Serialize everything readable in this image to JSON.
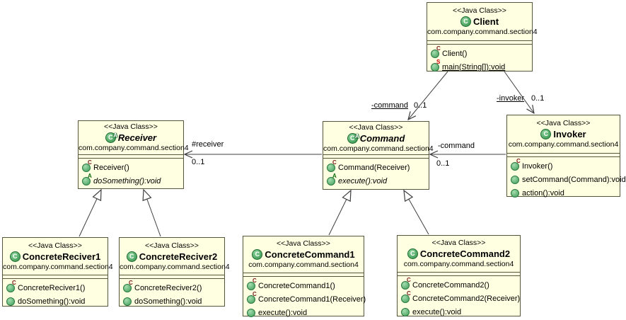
{
  "diagram": {
    "classes": [
      {
        "name": "Client",
        "stereotype": "&lt;&lt;Java Class&gt;&gt;",
        "stereotype_text": "<<Java Class>>",
        "package": "com.company.command.section4",
        "abstract": false,
        "methods": [
          {
            "label": "Client()",
            "marker": "C"
          },
          {
            "label": "main(String[]):void",
            "marker": "S"
          }
        ]
      },
      {
        "name": "Receiver",
        "stereotype_text": "<<Java Class>>",
        "package": "com.company.command.section4",
        "abstract": true,
        "methods": [
          {
            "label": "Receiver()",
            "marker": "C"
          },
          {
            "label": "doSomething():void",
            "marker": "A"
          }
        ]
      },
      {
        "name": "Command",
        "stereotype_text": "<<Java Class>>",
        "package": "com.company.command.section4",
        "abstract": true,
        "methods": [
          {
            "label": "Command(Receiver)",
            "marker": "C"
          },
          {
            "label": "execute():void",
            "marker": "A"
          }
        ]
      },
      {
        "name": "Invoker",
        "stereotype_text": "<<Java Class>>",
        "package": "com.company.command.section4",
        "abstract": false,
        "methods": [
          {
            "label": "Invoker()",
            "marker": "C"
          },
          {
            "label": "setCommand(Command):void",
            "marker": ""
          },
          {
            "label": "action():void",
            "marker": ""
          }
        ]
      },
      {
        "name": "ConcreteReciver1",
        "stereotype_text": "<<Java Class>>",
        "package": "com.company.command.section4",
        "abstract": false,
        "methods": [
          {
            "label": "ConcreteReciver1()",
            "marker": "C"
          },
          {
            "label": "doSomething():void",
            "marker": ""
          }
        ]
      },
      {
        "name": "ConcreteReciver2",
        "stereotype_text": "<<Java Class>>",
        "package": "com.company.command.section4",
        "abstract": false,
        "methods": [
          {
            "label": "ConcreteReciver2()",
            "marker": "C"
          },
          {
            "label": "doSomething():void",
            "marker": ""
          }
        ]
      },
      {
        "name": "ConcreteCommand1",
        "stereotype_text": "<<Java Class>>",
        "package": "com.company.command.section4",
        "abstract": false,
        "methods": [
          {
            "label": "ConcreteCommand1()",
            "marker": "C"
          },
          {
            "label": "ConcreteCommand1(Receiver)",
            "marker": "C"
          },
          {
            "label": "execute():void",
            "marker": ""
          }
        ]
      },
      {
        "name": "ConcreteCommand2",
        "stereotype_text": "<<Java Class>>",
        "package": "com.company.command.section4",
        "abstract": false,
        "methods": [
          {
            "label": "ConcreteCommand2()",
            "marker": "C"
          },
          {
            "label": "ConcreteCommand2(Receiver)",
            "marker": "C"
          },
          {
            "label": "execute():void",
            "marker": ""
          }
        ]
      }
    ],
    "associations": [
      {
        "from": "Client",
        "to": "Command",
        "label": "-command",
        "multiplicity": "0..1"
      },
      {
        "from": "Client",
        "to": "Invoker",
        "label": "-invoker",
        "multiplicity": "0..1"
      },
      {
        "from": "Command",
        "to": "Receiver",
        "label": "#receiver",
        "multiplicity": "0..1"
      },
      {
        "from": "Invoker",
        "to": "Command",
        "label": "-command",
        "multiplicity": "0..1"
      }
    ],
    "generalizations": [
      {
        "from": "ConcreteReciver1",
        "to": "Receiver"
      },
      {
        "from": "ConcreteReciver2",
        "to": "Receiver"
      },
      {
        "from": "ConcreteCommand1",
        "to": "Command"
      },
      {
        "from": "ConcreteCommand2",
        "to": "Command"
      }
    ]
  }
}
